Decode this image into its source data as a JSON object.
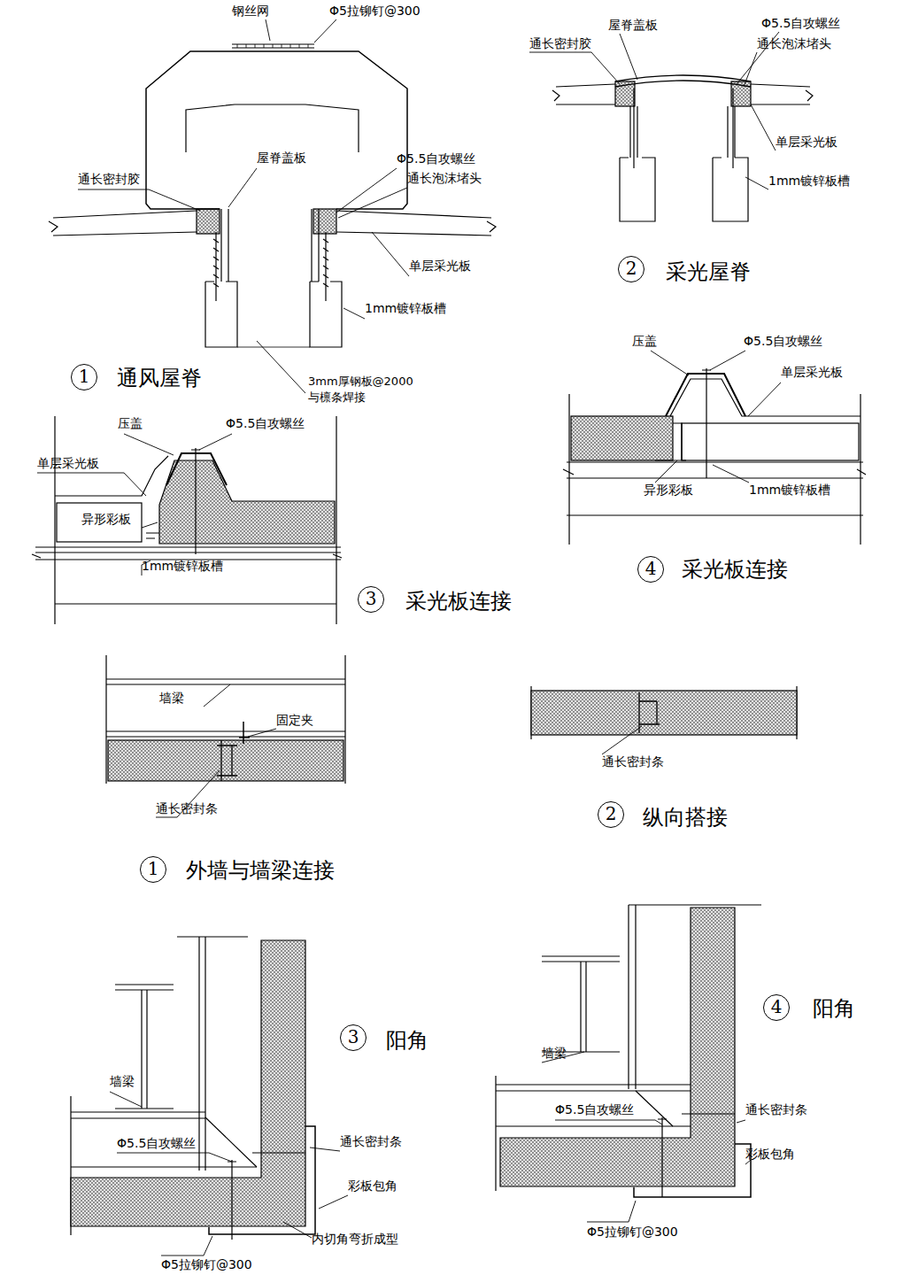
{
  "diagram": {
    "labels": [
      "钢丝网",
      "Φ5拉铆钉@300",
      "屋脊盖板",
      "Φ5.5自攻螺丝",
      "通长密封胶",
      "通长泡沫堵头",
      "单层采光板",
      "1mm镀锌板槽",
      "1",
      "通风屋脊",
      "3mm厚钢板@2000",
      "与檩条焊接",
      "屋脊盖板",
      "Φ5.5自攻螺丝",
      "通长密封胶",
      "通长泡沫堵头",
      "单层采光板",
      "1mm镀锌板槽",
      "2",
      "采光屋脊",
      "压盖",
      "Φ5.5自攻螺丝",
      "单层采光板",
      "异形彩板",
      "1mm镀锌板槽",
      "3",
      "采光板连接",
      "压盖",
      "Φ5.5自攻螺丝",
      "单层采光板",
      "异形彩板",
      "1mm镀锌板槽",
      "4",
      "采光板连接",
      "墙梁",
      "固定夹",
      "通长密封条",
      "1",
      "外墙与墙梁连接",
      "通长密封条",
      "2",
      "纵向搭接",
      "3",
      "阳角",
      "墙梁",
      "Φ5.5自攻螺丝",
      "通长密封条",
      "彩板包角",
      "内切角弯折成型",
      "Φ5拉铆钉@300",
      "4",
      "阳角",
      "墙梁",
      "Φ5.5自攻螺丝",
      "通长密封条",
      "彩板包角",
      "Φ5拉铆钉@300"
    ]
  }
}
